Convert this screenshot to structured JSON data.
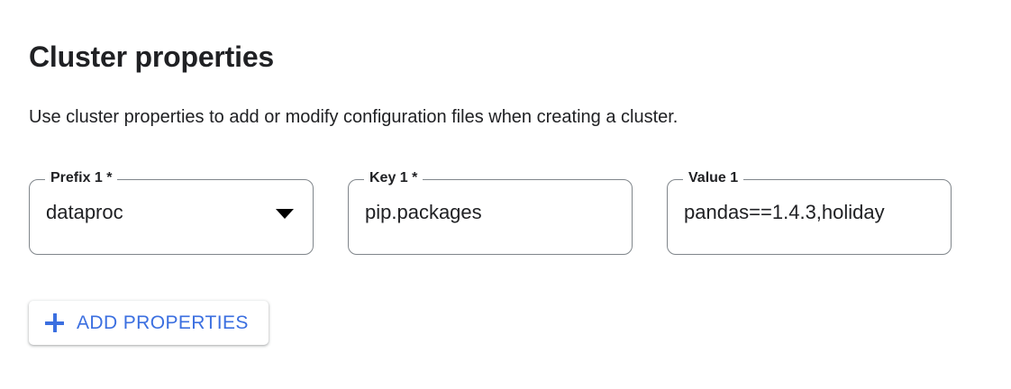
{
  "section": {
    "title": "Cluster properties",
    "description": "Use cluster properties to add or modify configuration files when creating a cluster."
  },
  "fields": [
    {
      "label": "Prefix 1 *",
      "value": "dataproc",
      "type": "select",
      "icon": "chevron-down-icon",
      "required": true
    },
    {
      "label": "Key 1 *",
      "value": "pip.packages",
      "type": "text",
      "required": true
    },
    {
      "label": "Value 1",
      "value": "pandas==1.4.3,holiday",
      "type": "text",
      "required": false
    }
  ],
  "actions": {
    "add_properties_label": "ADD PROPERTIES",
    "add_properties_icon": "plus-icon"
  },
  "colors": {
    "accent_blue": "#3b6fe0",
    "text_primary": "#202124",
    "field_border": "#80868b",
    "background": "#ffffff"
  }
}
